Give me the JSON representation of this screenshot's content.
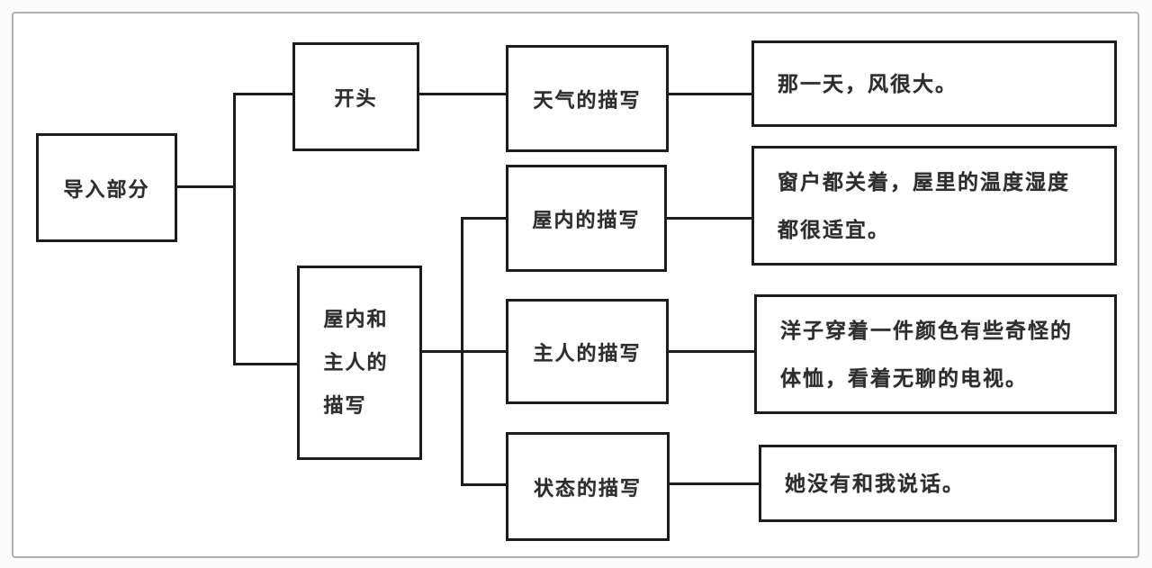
{
  "diagram_type": "essay-structure-flowchart",
  "colors": {
    "line": "#1c1c1c",
    "text": "#2d2d2d",
    "frame_border": "#aeb1b6",
    "background": "#ffffff"
  },
  "nodes": {
    "intro": {
      "label": "导入部分"
    },
    "opening": {
      "label": "开头"
    },
    "indoor_host": {
      "label": "屋内和主人的描写"
    },
    "weather_desc": {
      "label": "天气的描写"
    },
    "indoor_desc": {
      "label": "屋内的描写"
    },
    "host_desc": {
      "label": "主人的描写"
    },
    "state_desc": {
      "label": "状态的描写"
    },
    "weather_example": {
      "label": "那一天，风很大。"
    },
    "indoor_example": {
      "label": "窗户都关着，屋里的温度湿度都很适宜。"
    },
    "host_example": {
      "label": "洋子穿着一件颜色有些奇怪的体恤，看着无聊的电视。"
    },
    "state_example": {
      "label": "她没有和我说话。"
    }
  },
  "edges": [
    {
      "from": "intro",
      "to": "opening"
    },
    {
      "from": "intro",
      "to": "indoor_host"
    },
    {
      "from": "opening",
      "to": "weather_desc"
    },
    {
      "from": "weather_desc",
      "to": "weather_example"
    },
    {
      "from": "indoor_host",
      "to": "indoor_desc"
    },
    {
      "from": "indoor_host",
      "to": "host_desc"
    },
    {
      "from": "indoor_host",
      "to": "state_desc"
    },
    {
      "from": "indoor_desc",
      "to": "indoor_example"
    },
    {
      "from": "host_desc",
      "to": "host_example"
    },
    {
      "from": "state_desc",
      "to": "state_example"
    }
  ]
}
